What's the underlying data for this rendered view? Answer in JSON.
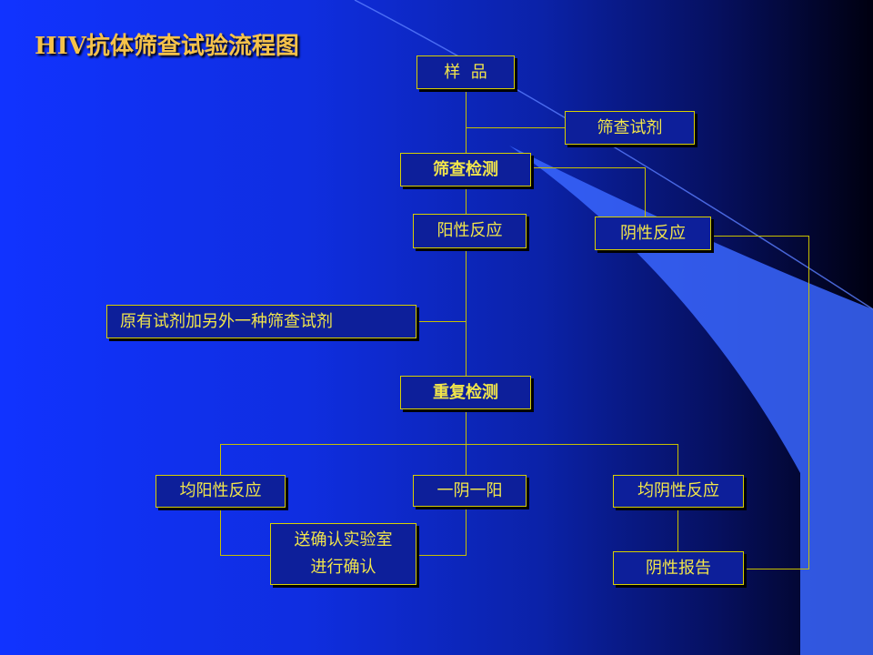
{
  "title": "HIV抗体筛查试验流程图",
  "colors": {
    "background_left": "#1133ff",
    "background_right": "#000010",
    "accent_sweep": "#3a66ff",
    "box_border": "#d8d000",
    "box_text": "#f2e64a",
    "title_text": "#f6c24a",
    "connector": "#c8c000"
  },
  "nodes": {
    "sample": "样  品",
    "screening_reagent": "筛查试剂",
    "screening_test": "筛查检测",
    "positive_reaction": "阳性反应",
    "negative_reaction": "阴性反应",
    "added_reagent": "原有试剂加另外一种筛查试剂",
    "repeat_test": "重复检测",
    "both_positive": "均阳性反应",
    "one_neg_one_pos": "一阴一阳",
    "both_negative": "均阴性反应",
    "confirm_lab_line1": "送确认实验室",
    "confirm_lab_line2": "进行确认",
    "negative_report": "阴性报告"
  }
}
